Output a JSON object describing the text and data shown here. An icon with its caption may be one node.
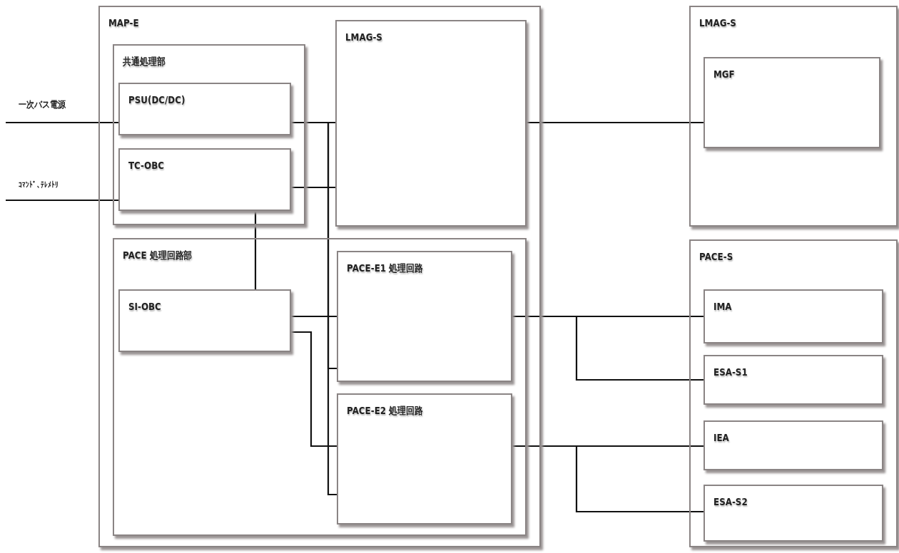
{
  "diagram": {
    "nodes": [
      {
        "text": [
          "MAP-E"
        ]
      },
      {
        "text": [
          "共通処理部"
        ],
        "in": 0
      },
      {
        "text": [
          "PSU(DC/DC)"
        ],
        "in": 1
      },
      {
        "text": [
          "TC-OBC"
        ],
        "in": 1
      },
      {
        "text": [
          "LMAG-S"
        ],
        "in": 0
      },
      {
        "text": [
          "PACE 処理回路部"
        ],
        "in": 0
      },
      {
        "text": [
          "SI-OBC"
        ],
        "in": 5
      },
      {
        "text": [
          "PACE-E1 処理回路"
        ],
        "in": 5
      },
      {
        "text": [
          "PACE-E2 処理回路"
        ],
        "in": 5
      },
      {
        "text": [
          "LMAG-S"
        ]
      },
      {
        "text": [
          "MGF"
        ],
        "in": 9
      },
      {
        "text": [
          "PACE-S"
        ]
      },
      {
        "text": [
          "IMA"
        ],
        "in": 11
      },
      {
        "text": [
          "ESA-S1"
        ],
        "in": 11
      },
      {
        "text": [
          "IEA"
        ],
        "in": 11
      },
      {
        "text": [
          "ESA-S2"
        ],
        "in": 11
      }
    ],
    "edges": [
      {
        "from": null,
        "to": 2,
        "arrow": "none"
      },
      {
        "from": null,
        "to": 3,
        "arrow": "none"
      },
      {
        "from": 2,
        "to": 4,
        "arrow": "none"
      },
      {
        "from": 2,
        "to": 7,
        "arrow": "none"
      },
      {
        "from": 2,
        "to": 8,
        "arrow": "none"
      },
      {
        "from": 3,
        "to": 4,
        "arrow": "none"
      },
      {
        "from": 3,
        "to": 6,
        "arrow": "none"
      },
      {
        "from": 6,
        "to": 7,
        "arrow": "none"
      },
      {
        "from": 6,
        "to": 8,
        "arrow": "none"
      },
      {
        "from": 4,
        "to": 10,
        "arrow": "none"
      },
      {
        "from": 7,
        "to": 12,
        "arrow": "none"
      },
      {
        "from": 7,
        "to": 13,
        "arrow": "none"
      },
      {
        "from": 8,
        "to": 14,
        "arrow": "none"
      },
      {
        "from": 8,
        "to": 15,
        "arrow": "none"
      }
    ],
    "labels": [
      "一次バス電源",
      "ｺﾏﾝﾄﾞ､ﾃﾚﾒﾄﾘ"
    ]
  }
}
